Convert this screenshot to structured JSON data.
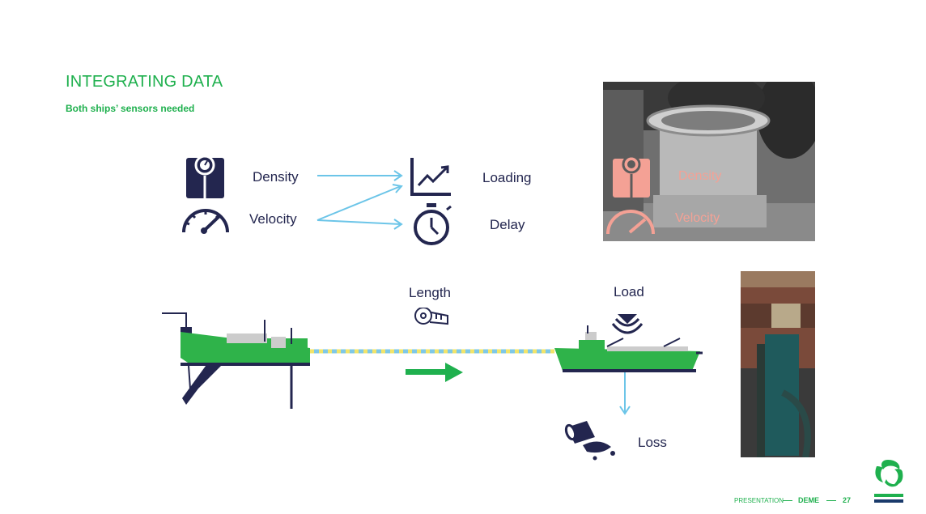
{
  "slide": {
    "title": "INTEGRATING DATA",
    "subtitle": "Both ships’ sensors needed"
  },
  "diagram": {
    "inputs": [
      "Density",
      "Velocity"
    ],
    "outputs": [
      "Loading",
      "Delay"
    ],
    "length_label": "Length",
    "load_label": "Load",
    "loss_label": "Loss"
  },
  "photo_overlay": {
    "density_label": "Density",
    "velocity_label": "Velocity"
  },
  "footer": {
    "presentation": "PRESENTATION",
    "company": "DEME",
    "page_number": "27"
  },
  "colors": {
    "green": "#1fb04e",
    "navy": "#23264f",
    "arrow_blue": "#6cc5e8",
    "salmon": "#f4a195"
  }
}
